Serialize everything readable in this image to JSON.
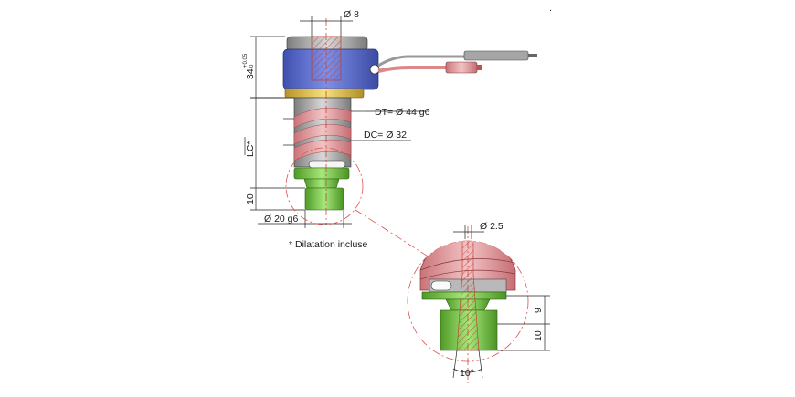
{
  "labels": {
    "hole_diameter": "Ø 8",
    "height_main": "34",
    "height_tol_upper": "+0.05",
    "height_tol_lower": "0",
    "dt": "DT= Ø 44 g6",
    "dc": "DC= Ø 32",
    "lc": "LC*",
    "tip_height": "10",
    "tip_diameter": "Ø 20 g6",
    "note": "* Dilatation incluse",
    "detail_hole": "Ø 2.5",
    "detail_h9": "9",
    "detail_h10": "10",
    "detail_angle": "10°",
    "corner_mark": "."
  },
  "colors": {
    "body_blue": "#5b6fd1",
    "top_grey": "#8c8c8c",
    "collar_gold": "#e4c64a",
    "heater_pink": "#e8a5a8",
    "stem_grey": "#b9b9b9",
    "tip_green": "#7fd14e",
    "dim_red": "#d9534f"
  }
}
